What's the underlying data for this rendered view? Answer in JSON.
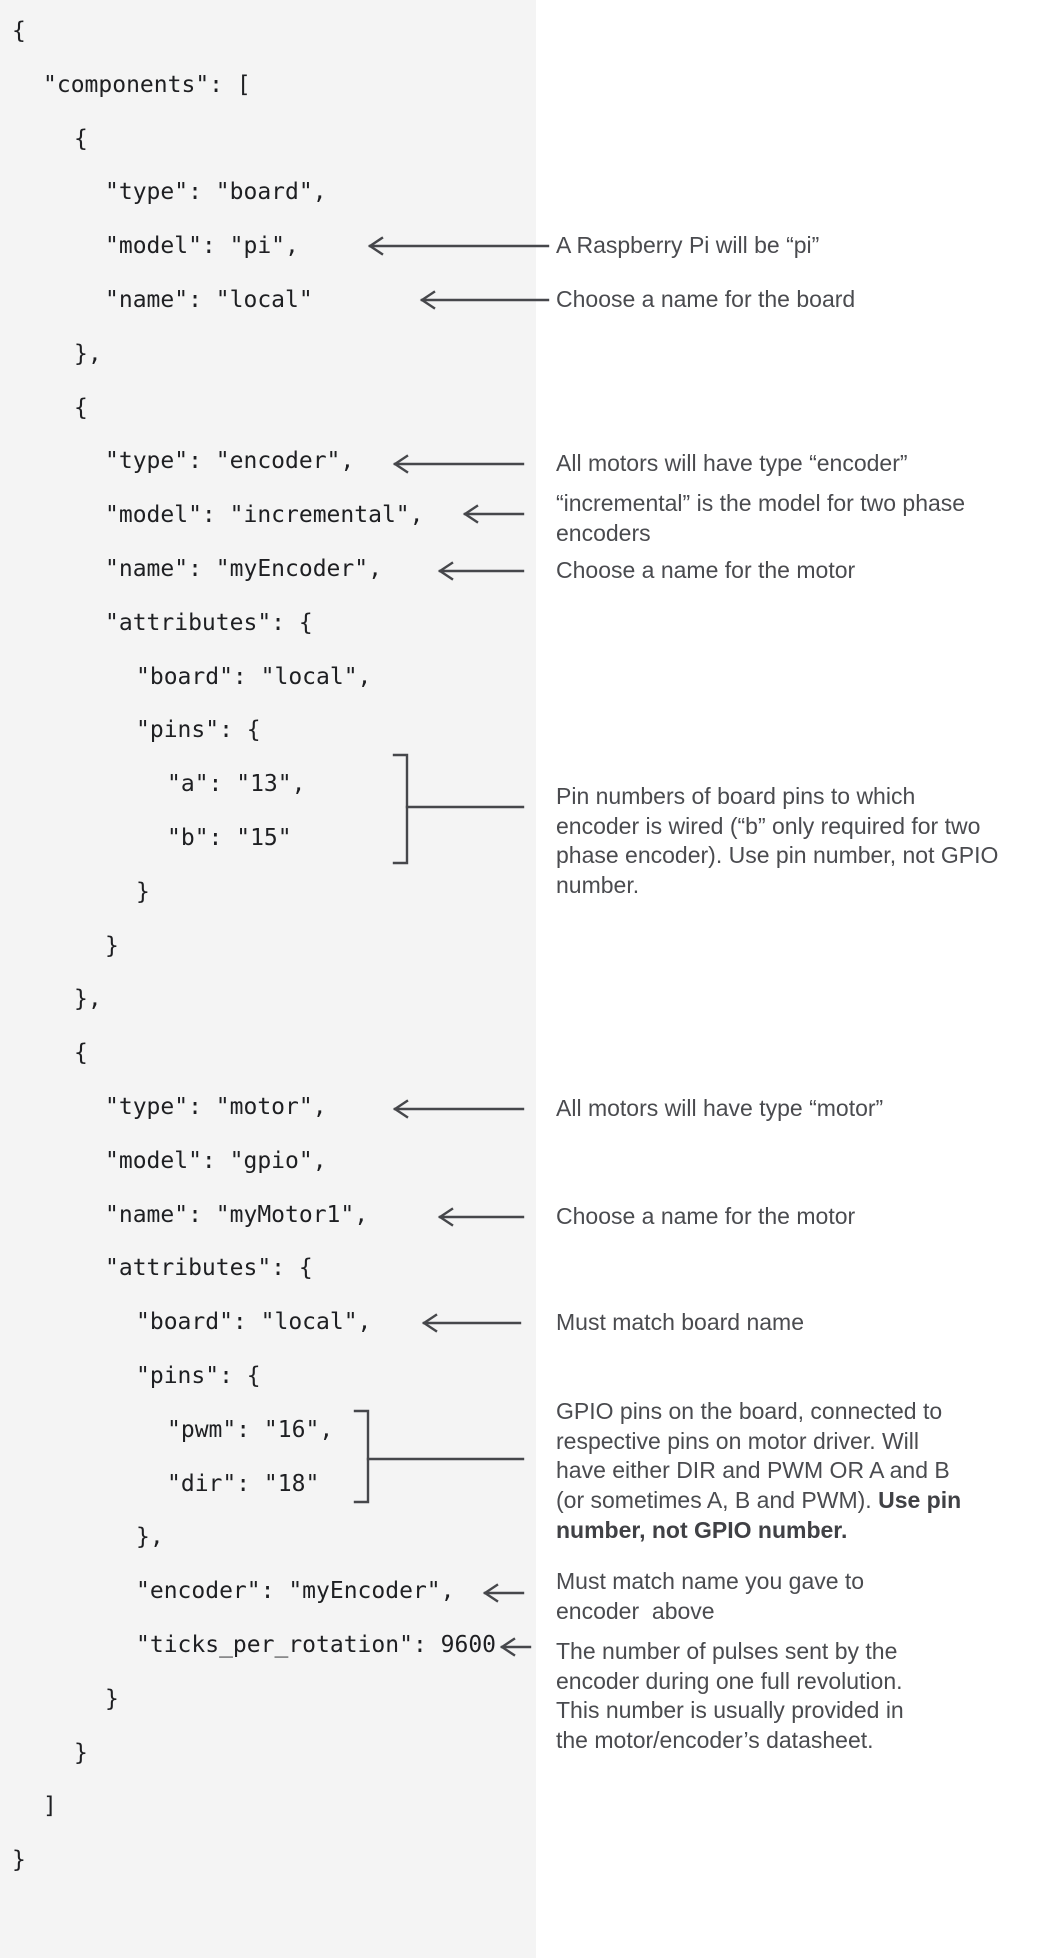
{
  "figure": {
    "description": "Annotated JSON configuration example for a board, encoder and motor",
    "colors": {
      "panel_background": "#f4f4f4",
      "page_background": "#ffffff",
      "code_text": "#1e1f22",
      "annotation_text": "#4a4b4f",
      "connector": "#46474b"
    },
    "code": [
      {
        "indent": 0,
        "text": "{"
      },
      {
        "indent": 1,
        "text": "\"components\": ["
      },
      {
        "indent": 2,
        "text": "{"
      },
      {
        "indent": 3,
        "text": "\"type\": \"board\","
      },
      {
        "indent": 3,
        "text": "\"model\": \"pi\","
      },
      {
        "indent": 3,
        "text": "\"name\": \"local\""
      },
      {
        "indent": 2,
        "text": "},"
      },
      {
        "indent": 2,
        "text": "{"
      },
      {
        "indent": 3,
        "text": "\"type\": \"encoder\","
      },
      {
        "indent": 3,
        "text": "\"model\": \"incremental\","
      },
      {
        "indent": 3,
        "text": "\"name\": \"myEncoder\","
      },
      {
        "indent": 3,
        "text": "\"attributes\": {"
      },
      {
        "indent": 4,
        "text": "\"board\": \"local\","
      },
      {
        "indent": 4,
        "text": "\"pins\": {"
      },
      {
        "indent": 5,
        "text": "\"a\": \"13\","
      },
      {
        "indent": 5,
        "text": "\"b\": \"15\""
      },
      {
        "indent": 4,
        "text": "}"
      },
      {
        "indent": 3,
        "text": "}"
      },
      {
        "indent": 2,
        "text": "},"
      },
      {
        "indent": 2,
        "text": "{"
      },
      {
        "indent": 3,
        "text": "\"type\": \"motor\","
      },
      {
        "indent": 3,
        "text": "\"model\": \"gpio\","
      },
      {
        "indent": 3,
        "text": "\"name\": \"myMotor1\","
      },
      {
        "indent": 3,
        "text": "\"attributes\": {"
      },
      {
        "indent": 4,
        "text": "\"board\": \"local\","
      },
      {
        "indent": 4,
        "text": "\"pins\": {"
      },
      {
        "indent": 5,
        "text": "\"pwm\": \"16\","
      },
      {
        "indent": 5,
        "text": "\"dir\": \"18\""
      },
      {
        "indent": 4,
        "text": "},"
      },
      {
        "indent": 4,
        "text": "\"encoder\": \"myEncoder\","
      },
      {
        "indent": 4,
        "text": "\"ticks_per_rotation\": 9600"
      },
      {
        "indent": 3,
        "text": "}"
      },
      {
        "indent": 2,
        "text": "}"
      },
      {
        "indent": 1,
        "text": "]"
      },
      {
        "indent": 0,
        "text": "}"
      }
    ],
    "annotations": [
      {
        "id": "board-model",
        "lines": [
          {
            "text": "A Raspberry Pi will be “pi”"
          }
        ]
      },
      {
        "id": "board-name",
        "lines": [
          {
            "text": "Choose a name for the board"
          }
        ]
      },
      {
        "id": "encoder-type",
        "lines": [
          {
            "text": "All motors will have type “encoder”"
          }
        ]
      },
      {
        "id": "encoder-model",
        "lines": [
          {
            "text": "“incremental” is the model for two phase"
          },
          {
            "text": "encoders"
          }
        ]
      },
      {
        "id": "encoder-name",
        "lines": [
          {
            "text": "Choose a name for the motor"
          }
        ]
      },
      {
        "id": "encoder-pins",
        "lines": [
          {
            "text": "Pin numbers of board pins to which"
          },
          {
            "text": "encoder is wired (“b” only required for two"
          },
          {
            "text": "phase encoder). Use pin number, not GPIO"
          },
          {
            "text": "number."
          }
        ]
      },
      {
        "id": "motor-type",
        "lines": [
          {
            "text": "All motors will have type “motor”"
          }
        ]
      },
      {
        "id": "motor-name",
        "lines": [
          {
            "text": "Choose a name for the motor"
          }
        ]
      },
      {
        "id": "motor-board",
        "lines": [
          {
            "text": "Must match board name"
          }
        ]
      },
      {
        "id": "motor-pins",
        "lines": [
          {
            "text": "GPIO pins on the board, connected to"
          },
          {
            "text": "respective pins on motor driver. Will"
          },
          {
            "text": "have either DIR and PWM OR A and B"
          },
          {
            "text": "(or sometimes A, B and PWM). ",
            "bold": "Use pin"
          },
          {
            "text": "",
            "bold": "number, not GPIO number."
          }
        ]
      },
      {
        "id": "motor-encoder",
        "lines": [
          {
            "text": "Must match name you gave to"
          },
          {
            "text": "encoder  above"
          }
        ]
      },
      {
        "id": "ticks-per-rotation",
        "lines": [
          {
            "text": "The number of pulses sent by the"
          },
          {
            "text": "encoder during one full revolution."
          },
          {
            "text": "This number is usually provided in"
          },
          {
            "text": "the motor/encoder’s datasheet."
          }
        ]
      }
    ]
  }
}
